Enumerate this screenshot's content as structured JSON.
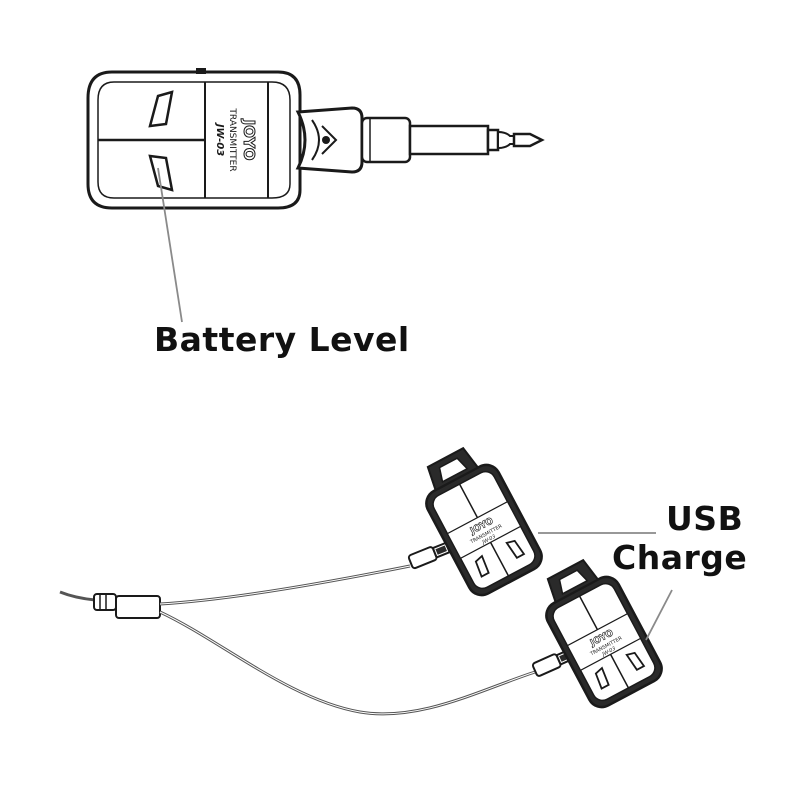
{
  "device": {
    "brand": "JOYO",
    "line1": "TRANSMITTER",
    "model": "JW-03"
  },
  "callouts": {
    "battery_level": "Battery Level",
    "usb_line1": "USB",
    "usb_line2": "Charge"
  },
  "colors": {
    "outline": "#1a1a1a",
    "device_body": "#ffffff",
    "device_dark": "#2a2a2a",
    "leader": "#8a8a8a",
    "cable": "#555555"
  }
}
